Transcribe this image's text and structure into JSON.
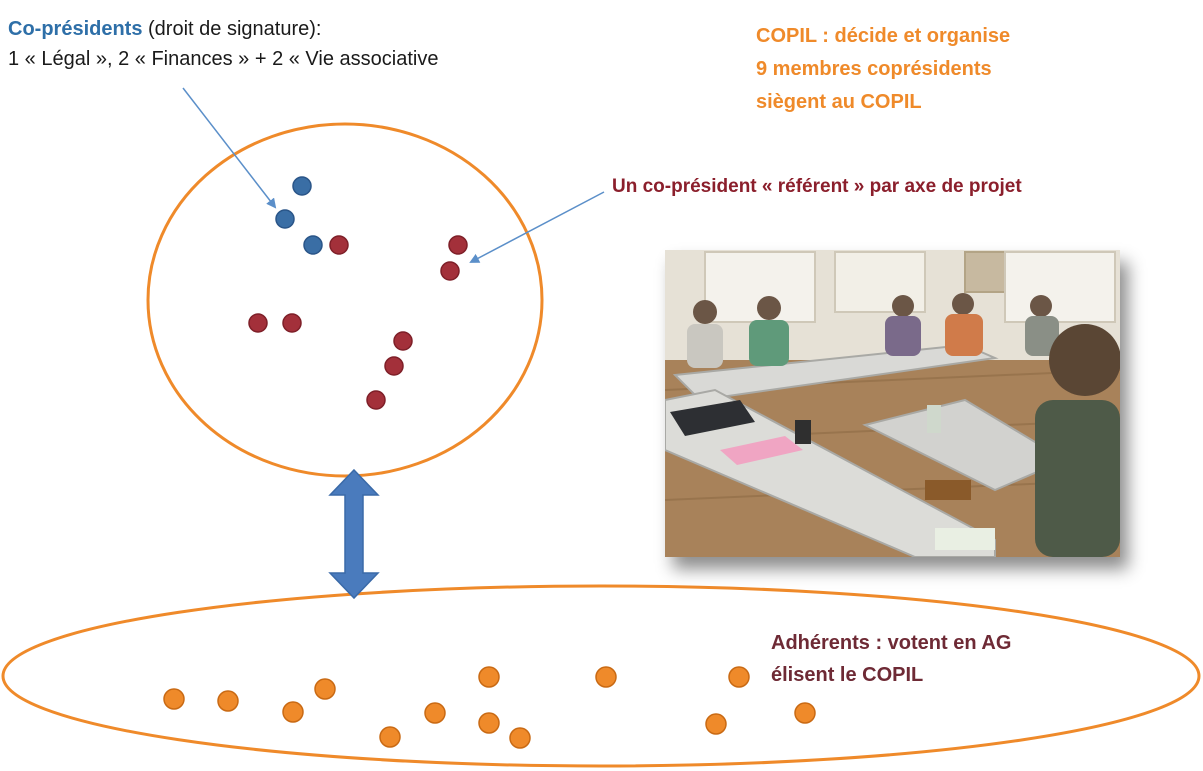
{
  "copresidents": {
    "title": "Co-présidents",
    "title_suffix": " (droit de signature):",
    "roles": "1 « Légal », 2 « Finances » +  2 « Vie associative"
  },
  "copil": {
    "line1": "COPIL : décide et organise",
    "line2": "9 membres coprésidents",
    "line3": "siègent au COPIL"
  },
  "referent": {
    "text": "Un co-président « référent » par axe de projet"
  },
  "adherents": {
    "line1": "Adhérents : votent en  AG",
    "line2": "élisent le COPIL"
  },
  "colors": {
    "orange": "#ef8a2a",
    "blue": "#3a6ea5",
    "dark_red": "#a3303a",
    "arrow_blue": "#4a7bbd"
  },
  "photo": {
    "subject": "meeting-room-photo"
  }
}
